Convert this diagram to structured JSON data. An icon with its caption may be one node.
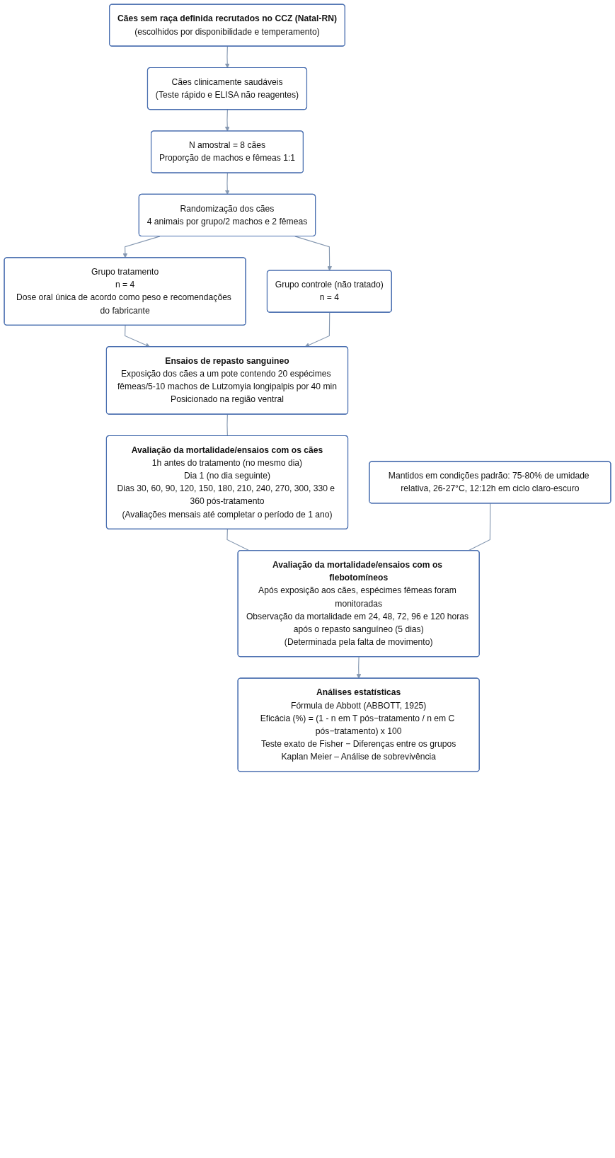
{
  "diagram": {
    "nodes": [
      {
        "text": [
          "Cães sem raça definida recrutados no CCZ (Natal-RN)",
          "(escolhidos por disponibilidade e temperamento)"
        ]
      },
      {
        "text": [
          "Cães clinicamente saudáveis",
          "(Teste rápido e ELISA não reagentes)"
        ]
      },
      {
        "text": [
          "N amostral = 8 cães",
          "Proporção de machos e fêmeas 1:1"
        ]
      },
      {
        "text": [
          "Randomização dos cães",
          "4 animais por grupo/2 machos e 2 fêmeas"
        ]
      },
      {
        "text": [
          "Grupo tratamento",
          "n = 4",
          "Dose oral única de acordo como peso e recomendações do fabricante"
        ]
      },
      {
        "text": [
          "Grupo controle (não tratado)",
          "n = 4"
        ]
      },
      {
        "text": [
          "Ensaios de repasto sanguineo",
          "Exposição dos cães a um pote contendo 20 espécimes fêmeas/5-10 machos de Lutzomyia longipalpis por 40 min",
          "Posicionado na região ventral"
        ]
      },
      {
        "text": [
          "Avaliação da mortalidade/ensaios com os cães",
          "1h antes do tratamento (no mesmo dia)",
          "Dia 1 (no dia seguinte)",
          "Dias 30, 60, 90, 120, 150, 180, 210, 240, 270, 300, 330 e 360 pós-tratamento",
          "(Avaliações mensais até completar o período de 1 ano)"
        ]
      },
      {
        "text": [
          "Mantidos em condições padrão: 75-80% de umidade relativa, 26-27°C, 12:12h em ciclo claro-escuro"
        ]
      },
      {
        "text": [
          "Avaliação da mortalidade/ensaios com os flebotomíneos",
          "Após exposição aos cães, espécimes fêmeas foram monitoradas",
          "Observação da mortalidade em 24, 48, 72, 96 e 120 horas após o repasto sanguíneo (5 dias)",
          "(Determinada pela falta de movimento)"
        ]
      },
      {
        "text": [
          "Análises estatísticas",
          "Fórmula de Abbott (ABBOTT, 1925)",
          "Eficácia (%) = (1 - n em T pós−tratamento / n em C pós−tratamento) x 100",
          "Teste exato de Fisher − Diferenças entre os grupos",
          "Kaplan Meier – Análise de sobrevivência"
        ]
      }
    ],
    "edges": [
      {
        "from": 0,
        "to": 1,
        "arrow": "to"
      },
      {
        "from": 1,
        "to": 2,
        "arrow": "to"
      },
      {
        "from": 2,
        "to": 3,
        "arrow": "to"
      },
      {
        "from": 3,
        "to": 4,
        "arrow": "to"
      },
      {
        "from": 3,
        "to": 5,
        "arrow": "to"
      },
      {
        "from": 4,
        "to": 6,
        "arrow": "to"
      },
      {
        "from": 5,
        "to": 6,
        "arrow": "to"
      },
      {
        "from": 6,
        "to": 7,
        "arrow": "none"
      },
      {
        "from": 7,
        "to": 9,
        "arrow": "none"
      },
      {
        "from": 8,
        "to": 9,
        "arrow": "none"
      },
      {
        "from": 9,
        "to": 10,
        "arrow": "to"
      }
    ]
  }
}
